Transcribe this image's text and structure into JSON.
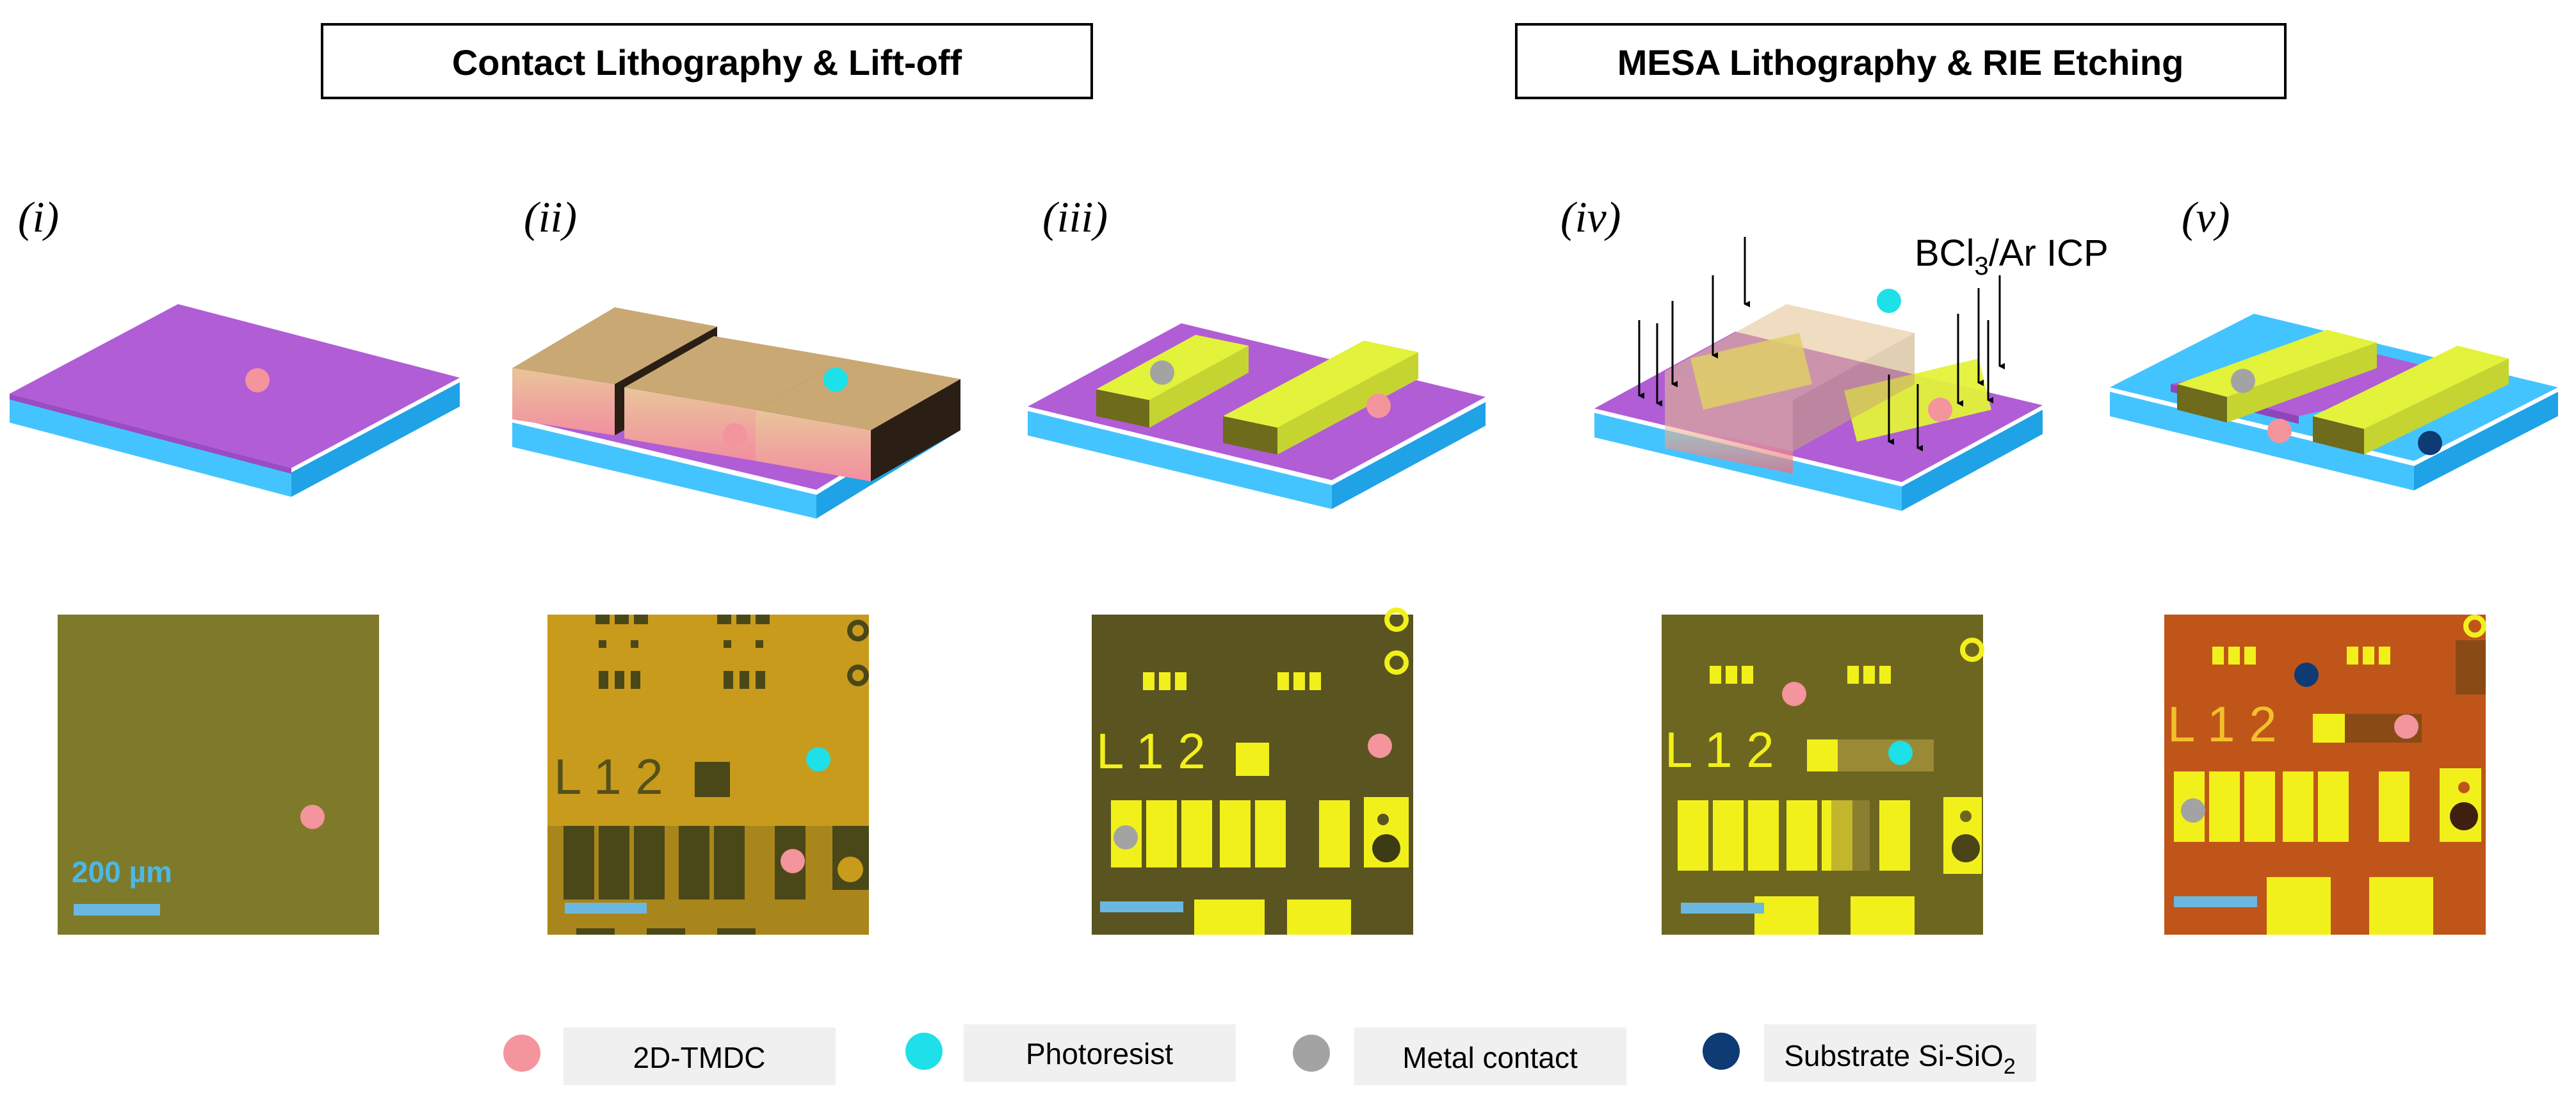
{
  "headers": {
    "left": "Contact Lithography & Lift-off",
    "right": "MESA Lithography & RIE Etching"
  },
  "steps": [
    "(i)",
    "(ii)",
    "(iii)",
    "(iv)",
    "(v)"
  ],
  "etch_label": {
    "main": "BCl",
    "sub": "3",
    "rest": "/Ar ICP"
  },
  "scale_bar": "200 µm",
  "micrograph_label": "L 1 2",
  "legend": [
    {
      "label": "2D-TMDC",
      "color": "#f4949c"
    },
    {
      "label": "Photoresist",
      "color": "#1de0e8"
    },
    {
      "label": "Metal contact",
      "color": "#a3a3a3"
    },
    {
      "label": "Substrate Si-SiO",
      "sub": "2",
      "color": "#0e3b74"
    }
  ],
  "colors": {
    "tmdc_layer": "#b05dd6",
    "substrate_top": "#44c4ff",
    "substrate_side": "#1fa2e6",
    "metal_contact": "#e3f23a",
    "photoresist_block": "#d6b27d",
    "micrograph_i": "#7f7a2a",
    "micrograph_ii": "#c89b1c",
    "micrograph_iii": "#5a5420",
    "micrograph_iv": "#6d6621",
    "micrograph_v": "#c0551a"
  }
}
